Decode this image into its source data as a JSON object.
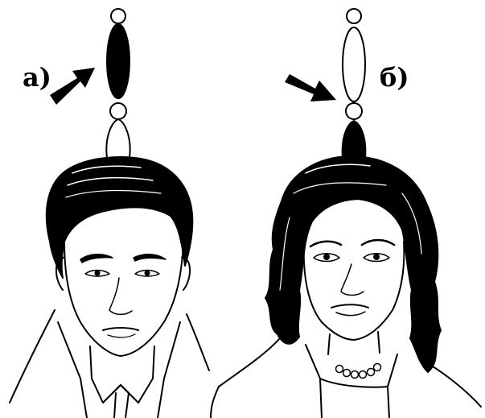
{
  "labels": {
    "a": "а)",
    "b": "б)"
  },
  "colors": {
    "ink": "#000000",
    "paper": "#ffffff"
  },
  "figures": [
    {
      "name": "man",
      "active_segment": "upper"
    },
    {
      "name": "woman",
      "active_segment": "lower"
    }
  ]
}
